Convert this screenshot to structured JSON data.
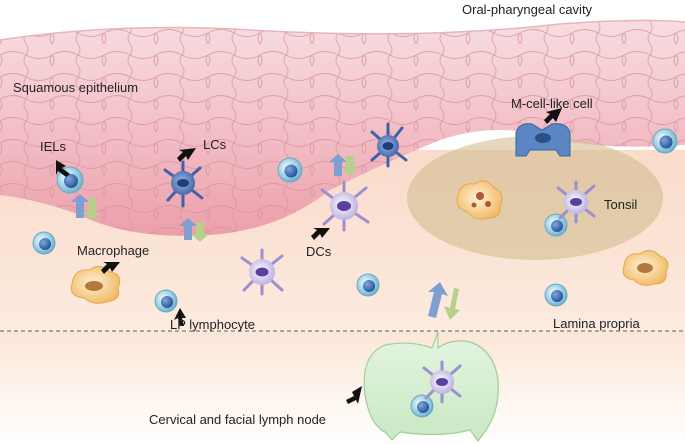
{
  "labels": {
    "oral_cavity": "Oral-pharyngeal cavity",
    "epithelium": "Squamous epithelium",
    "iels": "IELs",
    "lcs": "LCs",
    "m_cell": "M-cell-like cell",
    "tonsil": "Tonsil",
    "macrophage": "Macrophage",
    "dcs": "DCs",
    "lp_lymphocyte": "LP lymphocyte",
    "lamina_propria": "Lamina propria",
    "lymph_node": "Cervical and facial lymph node"
  },
  "colors": {
    "epithelium": "#f2b9c2",
    "lamina_propria": "#fbe3d2",
    "tonsil": "#d9c9a1",
    "lymph_node": "#d7efd4",
    "lymphocyte": "#3d6fb0",
    "dendritic_cell": "#9b8fd0",
    "langerhans_cell": "#5a7bb8",
    "macrophage": "#f1c27a",
    "m_cell": "#5a86c4",
    "arrow_up": "#7f9fd0",
    "arrow_down": "#b6cf8a",
    "pointer": "#111111"
  }
}
